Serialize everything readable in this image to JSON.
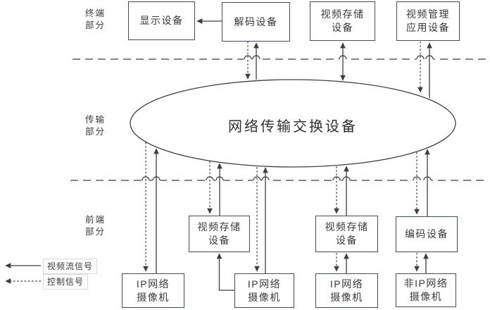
{
  "diagram": {
    "hub": {
      "label": "网络传输交换设备"
    },
    "sections": {
      "terminal": "终端\n部分",
      "transport": "传输\n部分",
      "frontend": "前端\n部分"
    },
    "terminal_devices": {
      "display": "显示设备",
      "decoder": "解码设备",
      "storage": "视频存储\n设备",
      "management": "视频管理\n应用设备"
    },
    "frontend_devices": {
      "storage_left": "视频存储\n设备",
      "storage_right": "视频存储\n设备",
      "encoder": "编码设备",
      "ip_camera_1": "IP网络\n摄像机",
      "ip_camera_2": "IP网络\n摄像机",
      "ip_camera_3": "IP网络\n摄像机",
      "non_ip_camera": "非IP网络\n摄像机"
    },
    "legend": {
      "video_signal": "视频流信号",
      "control_signal": "控制信号"
    },
    "colors": {
      "line": "#3f3f3f",
      "box_border": "#43505c",
      "text": "#3a3a3a"
    }
  }
}
